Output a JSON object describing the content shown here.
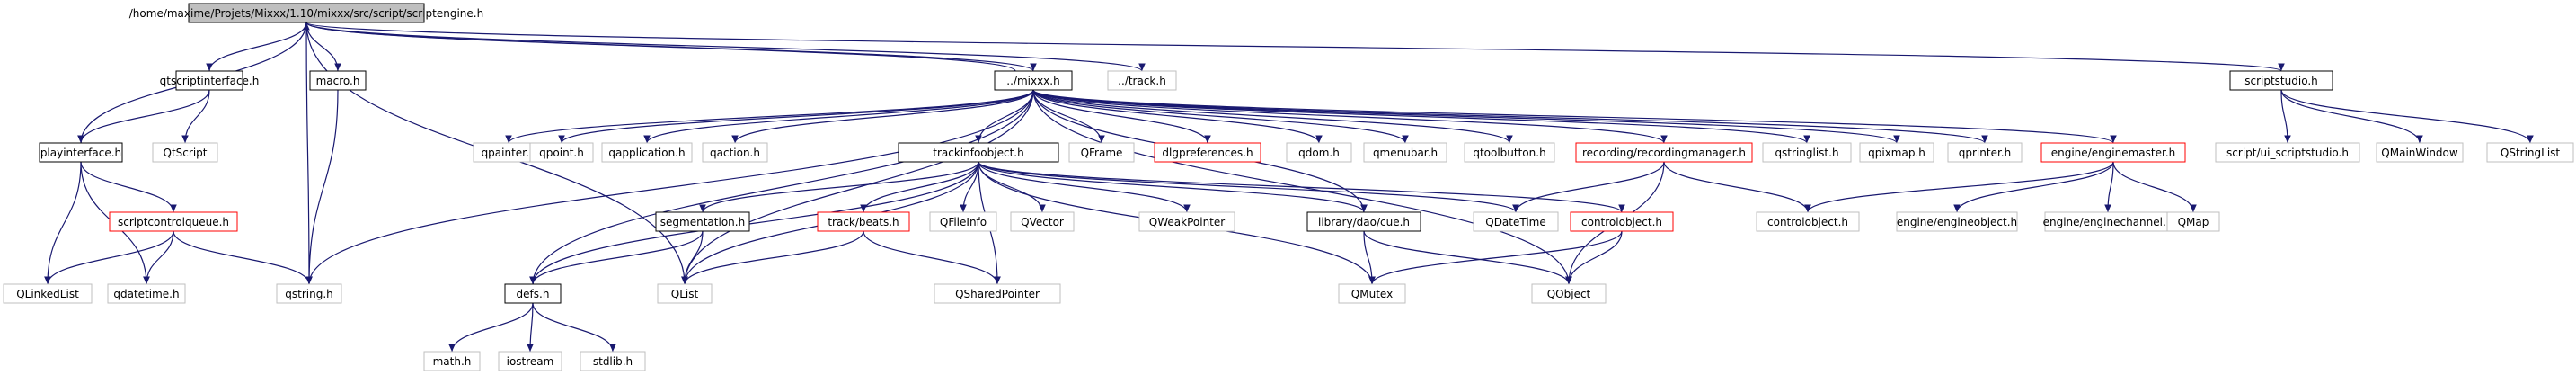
{
  "graph": {
    "colors": {
      "root_fill": "#bfbfbf",
      "root_border": "#000000",
      "documented_border": "#000000",
      "undocumented_border": "#bfbfbf",
      "error_border": "#ff0000",
      "edge": "#191970"
    },
    "nodes": [
      {
        "id": "root",
        "label": "/home/maxime/Projets/Mixxx/1.10/mixxx/src/script/scriptengine.h",
        "style": "root"
      },
      {
        "id": "qtscriptinterface",
        "label": "qtscriptinterface.h",
        "style": "documented"
      },
      {
        "id": "macro",
        "label": "macro.h",
        "style": "documented"
      },
      {
        "id": "mixxx",
        "label": "../mixxx.h",
        "style": "documented"
      },
      {
        "id": "track",
        "label": "../track.h",
        "style": "undocumented"
      },
      {
        "id": "scriptstudio",
        "label": "scriptstudio.h",
        "style": "documented"
      },
      {
        "id": "playinterface",
        "label": "playinterface.h",
        "style": "documented"
      },
      {
        "id": "qtscript",
        "label": "QtScript",
        "style": "undocumented"
      },
      {
        "id": "qpainter",
        "label": "qpainter.h",
        "style": "undocumented"
      },
      {
        "id": "qpoint",
        "label": "qpoint.h",
        "style": "undocumented"
      },
      {
        "id": "qapplication",
        "label": "qapplication.h",
        "style": "undocumented"
      },
      {
        "id": "qaction",
        "label": "qaction.h",
        "style": "undocumented"
      },
      {
        "id": "trackinfoobject",
        "label": "trackinfoobject.h",
        "style": "documented"
      },
      {
        "id": "qframe",
        "label": "QFrame",
        "style": "undocumented"
      },
      {
        "id": "dlgpreferences",
        "label": "dlgpreferences.h",
        "style": "error"
      },
      {
        "id": "qdom",
        "label": "qdom.h",
        "style": "undocumented"
      },
      {
        "id": "qmenubar",
        "label": "qmenubar.h",
        "style": "undocumented"
      },
      {
        "id": "qtoolbutton",
        "label": "qtoolbutton.h",
        "style": "undocumented"
      },
      {
        "id": "recordingmanager",
        "label": "recording/recordingmanager.h",
        "style": "error"
      },
      {
        "id": "qstringlist",
        "label": "qstringlist.h",
        "style": "undocumented"
      },
      {
        "id": "qpixmap",
        "label": "qpixmap.h",
        "style": "undocumented"
      },
      {
        "id": "qprinter",
        "label": "qprinter.h",
        "style": "undocumented"
      },
      {
        "id": "enginemaster",
        "label": "engine/enginemaster.h",
        "style": "error"
      },
      {
        "id": "ui_scriptstudio",
        "label": "script/ui_scriptstudio.h",
        "style": "undocumented"
      },
      {
        "id": "qmainwindow",
        "label": "QMainWindow",
        "style": "undocumented"
      },
      {
        "id": "qstringlistcls",
        "label": "QStringList",
        "style": "undocumented"
      },
      {
        "id": "scriptcontrolqueue",
        "label": "scriptcontrolqueue.h",
        "style": "error"
      },
      {
        "id": "segmentation",
        "label": "segmentation.h",
        "style": "documented"
      },
      {
        "id": "beats",
        "label": "track/beats.h",
        "style": "error"
      },
      {
        "id": "qfileinfo",
        "label": "QFileInfo",
        "style": "undocumented"
      },
      {
        "id": "qvector",
        "label": "QVector",
        "style": "undocumented"
      },
      {
        "id": "qweakpointer",
        "label": "QWeakPointer",
        "style": "undocumented"
      },
      {
        "id": "cue",
        "label": "library/dao/cue.h",
        "style": "documented"
      },
      {
        "id": "qdatetimecls",
        "label": "QDateTime",
        "style": "undocumented"
      },
      {
        "id": "controlobject",
        "label": "controlobject.h",
        "style": "error"
      },
      {
        "id": "controlobject2",
        "label": "controlobject.h",
        "style": "undocumented"
      },
      {
        "id": "engineobject",
        "label": "engine/engineobject.h",
        "style": "undocumented"
      },
      {
        "id": "enginechannel",
        "label": "engine/enginechannel.h",
        "style": "undocumented"
      },
      {
        "id": "qmap",
        "label": "QMap",
        "style": "undocumented"
      },
      {
        "id": "qlinkedlist",
        "label": "QLinkedList",
        "style": "undocumented"
      },
      {
        "id": "qdatetimeh",
        "label": "qdatetime.h",
        "style": "undocumented"
      },
      {
        "id": "qstring",
        "label": "qstring.h",
        "style": "undocumented"
      },
      {
        "id": "defs",
        "label": "defs.h",
        "style": "documented"
      },
      {
        "id": "qlist",
        "label": "QList",
        "style": "undocumented"
      },
      {
        "id": "qsharedpointer",
        "label": "QSharedPointer",
        "style": "undocumented"
      },
      {
        "id": "qmutex",
        "label": "QMutex",
        "style": "undocumented"
      },
      {
        "id": "qobject",
        "label": "QObject",
        "style": "undocumented"
      },
      {
        "id": "math",
        "label": "math.h",
        "style": "undocumented"
      },
      {
        "id": "iostream",
        "label": "iostream",
        "style": "undocumented"
      },
      {
        "id": "stdlib",
        "label": "stdlib.h",
        "style": "undocumented"
      }
    ],
    "edges": [
      [
        "root",
        "qtscriptinterface"
      ],
      [
        "root",
        "macro"
      ],
      [
        "root",
        "mixxx"
      ],
      [
        "root",
        "track"
      ],
      [
        "root",
        "scriptstudio"
      ],
      [
        "root",
        "playinterface"
      ],
      [
        "root",
        "qstring"
      ],
      [
        "root",
        "qlist"
      ],
      [
        "qtscriptinterface",
        "playinterface"
      ],
      [
        "qtscriptinterface",
        "qtscript"
      ],
      [
        "macro",
        "qstring"
      ],
      [
        "playinterface",
        "scriptcontrolqueue"
      ],
      [
        "playinterface",
        "qlinkedlist"
      ],
      [
        "playinterface",
        "qdatetimeh"
      ],
      [
        "scriptcontrolqueue",
        "qlinkedlist"
      ],
      [
        "scriptcontrolqueue",
        "qdatetimeh"
      ],
      [
        "scriptcontrolqueue",
        "qstring"
      ],
      [
        "mixxx",
        "root"
      ],
      [
        "mixxx",
        "qpainter"
      ],
      [
        "mixxx",
        "qpoint"
      ],
      [
        "mixxx",
        "qapplication"
      ],
      [
        "mixxx",
        "qaction"
      ],
      [
        "mixxx",
        "trackinfoobject"
      ],
      [
        "mixxx",
        "qframe"
      ],
      [
        "mixxx",
        "dlgpreferences"
      ],
      [
        "mixxx",
        "qdom"
      ],
      [
        "mixxx",
        "qmenubar"
      ],
      [
        "mixxx",
        "qtoolbutton"
      ],
      [
        "mixxx",
        "recordingmanager"
      ],
      [
        "mixxx",
        "qstringlist"
      ],
      [
        "mixxx",
        "qpixmap"
      ],
      [
        "mixxx",
        "qprinter"
      ],
      [
        "mixxx",
        "enginemaster"
      ],
      [
        "mixxx",
        "qstring"
      ],
      [
        "mixxx",
        "defs"
      ],
      [
        "mixxx",
        "cue"
      ],
      [
        "mixxx",
        "qobject"
      ],
      [
        "mixxx",
        "qlist"
      ],
      [
        "trackinfoobject",
        "segmentation"
      ],
      [
        "trackinfoobject",
        "beats"
      ],
      [
        "trackinfoobject",
        "qfileinfo"
      ],
      [
        "trackinfoobject",
        "qvector"
      ],
      [
        "trackinfoobject",
        "qweakpointer"
      ],
      [
        "trackinfoobject",
        "cue"
      ],
      [
        "trackinfoobject",
        "qdatetimecls"
      ],
      [
        "trackinfoobject",
        "controlobject"
      ],
      [
        "trackinfoobject",
        "qmutex"
      ],
      [
        "trackinfoobject",
        "qsharedpointer"
      ],
      [
        "trackinfoobject",
        "qlist"
      ],
      [
        "trackinfoobject",
        "defs"
      ],
      [
        "segmentation",
        "defs"
      ],
      [
        "segmentation",
        "qlist"
      ],
      [
        "beats",
        "qlist"
      ],
      [
        "beats",
        "qsharedpointer"
      ],
      [
        "cue",
        "qmutex"
      ],
      [
        "cue",
        "qobject"
      ],
      [
        "controlobject",
        "qmutex"
      ],
      [
        "controlobject",
        "qobject"
      ],
      [
        "recordingmanager",
        "qdatetimecls"
      ],
      [
        "recordingmanager",
        "controlobject2"
      ],
      [
        "recordingmanager",
        "qobject"
      ],
      [
        "enginemaster",
        "controlobject2"
      ],
      [
        "enginemaster",
        "engineobject"
      ],
      [
        "enginemaster",
        "enginechannel"
      ],
      [
        "enginemaster",
        "qmap"
      ],
      [
        "scriptstudio",
        "ui_scriptstudio"
      ],
      [
        "scriptstudio",
        "qmainwindow"
      ],
      [
        "scriptstudio",
        "qstringlistcls"
      ],
      [
        "defs",
        "math"
      ],
      [
        "defs",
        "iostream"
      ],
      [
        "defs",
        "stdlib"
      ]
    ]
  }
}
